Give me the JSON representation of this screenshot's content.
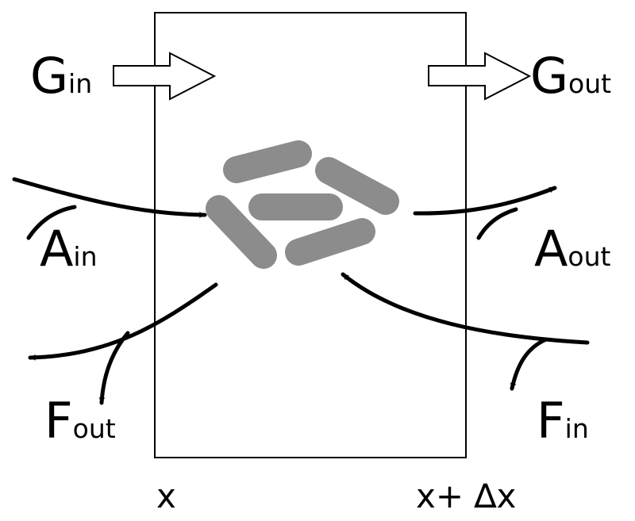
{
  "colors": {
    "stroke": "#000000",
    "background": "#ffffff",
    "cell": "#8c8c8c"
  },
  "labels": {
    "g_in": {
      "main": "G",
      "sub": "in"
    },
    "g_out": {
      "main": "G",
      "sub": "out"
    },
    "a_in": {
      "main": "A",
      "sub": "in"
    },
    "a_out": {
      "main": "A",
      "sub": "out"
    },
    "f_out": {
      "main": "F",
      "sub": "out"
    },
    "f_in": {
      "main": "F",
      "sub": "in"
    }
  },
  "axis": {
    "left": "x",
    "right": "x+ ∆x"
  }
}
